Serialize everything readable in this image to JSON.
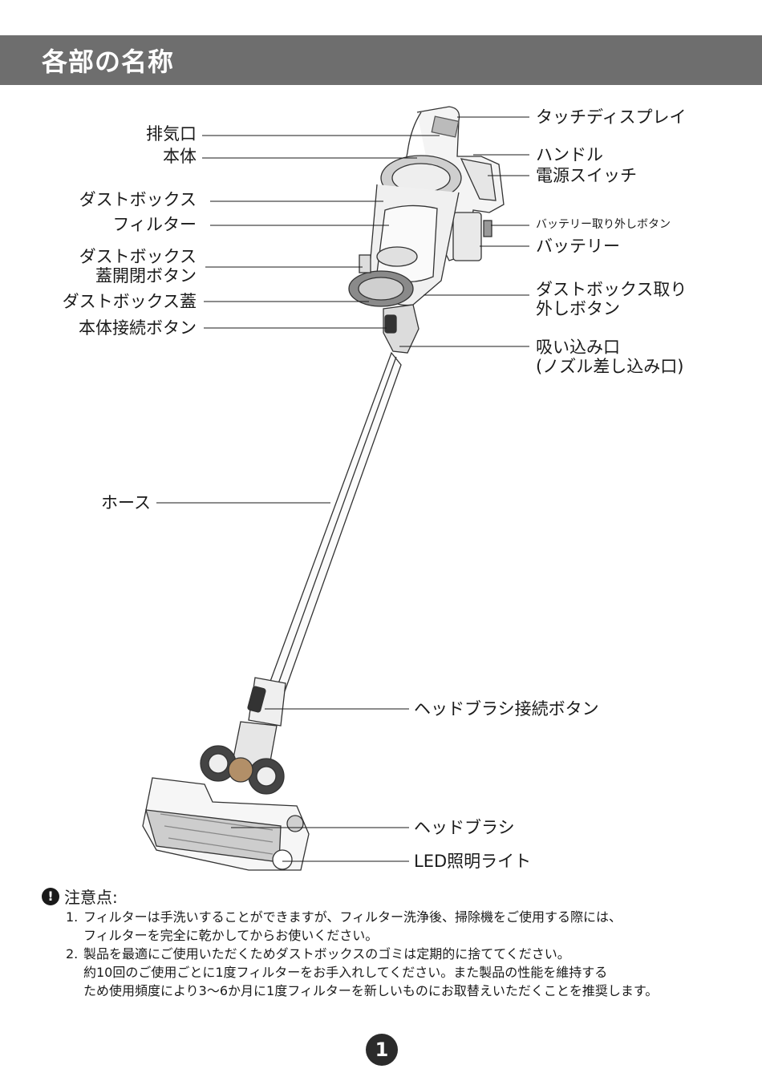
{
  "header": {
    "title": "各部の名称"
  },
  "labels_left": {
    "exhaust": "排気口",
    "body": "本体",
    "dust_box": "ダストボックス",
    "filter": "フィルター",
    "dust_box_lid_button_1": "ダストボックス",
    "dust_box_lid_button_2": "蓋開閉ボタン",
    "dust_box_lid": "ダストボックス蓋",
    "body_connect_button": "本体接続ボタン",
    "hose": "ホース"
  },
  "labels_right": {
    "touch_display": "タッチディスプレイ",
    "handle": "ハンドル",
    "power_switch": "電源スイッチ",
    "battery_release": "バッテリー取り外しボタン",
    "battery": "バッテリー",
    "dust_box_release_1": "ダストボックス取り",
    "dust_box_release_2": "外しボタン",
    "intake_1": "吸い込み口",
    "intake_2": "(ノズル差し込み口)",
    "head_brush_connect": "ヘッドブラシ接続ボタン",
    "head_brush": "ヘッドブラシ",
    "led_light": "LED照明ライト"
  },
  "notes": {
    "heading": "注意点:",
    "warning_icon": "!",
    "items": [
      {
        "num": "1.",
        "lines": [
          "フィルターは手洗いすることができますが、フィルター洗浄後、掃除機をご使用する際には、",
          "フィルターを完全に乾かしてからお使いください。"
        ]
      },
      {
        "num": "2.",
        "lines": [
          "製品を最適にご使用いただくためダストボックスのゴミは定期的に捨ててください。",
          "約10回のご使用ごとに1度フィルターをお手入れしてください。また製品の性能を維持する",
          "ため使用頻度により3〜6か月に1度フィルターを新しいものにお取替えいただくことを推奨します。"
        ]
      }
    ]
  },
  "page_number": "1"
}
